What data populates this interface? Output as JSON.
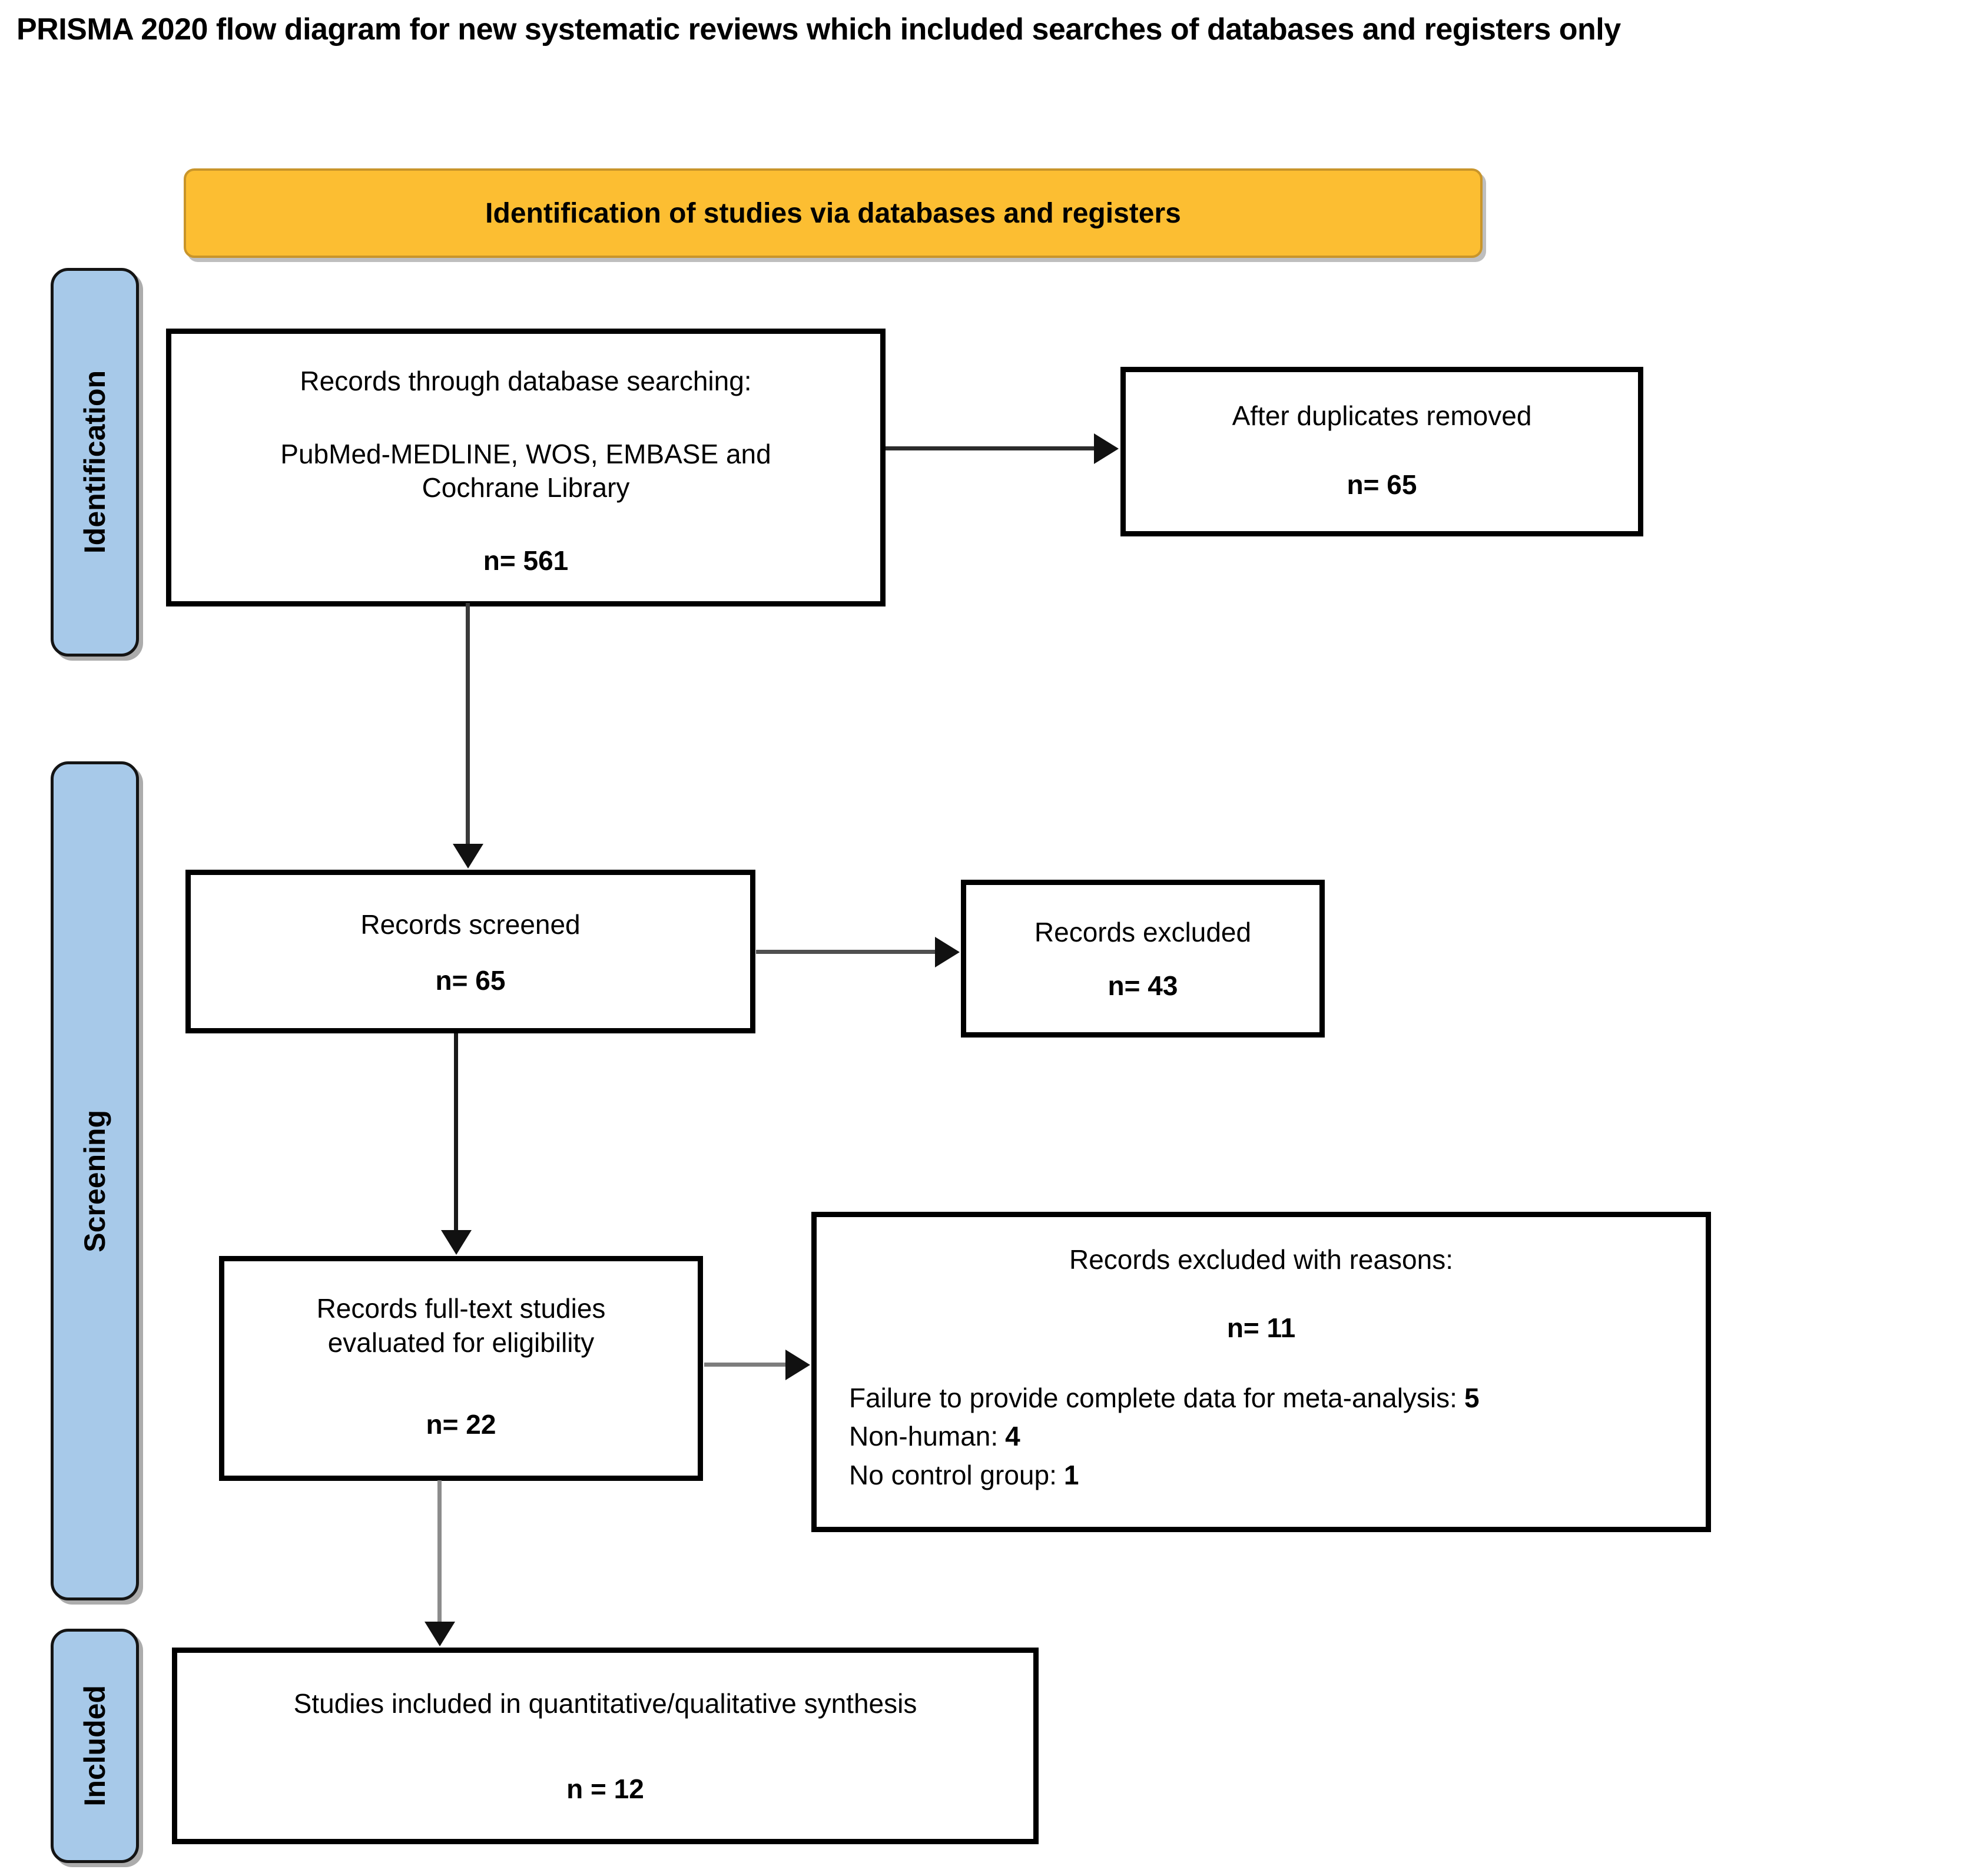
{
  "page_title": "PRISMA 2020 flow diagram for new systematic reviews which included searches of databases and registers only",
  "header": {
    "label": "Identification of studies via databases and registers"
  },
  "stages": {
    "identification": "Identification",
    "screening": "Screening",
    "included": "Included"
  },
  "boxes": {
    "database_search": {
      "title": "Records through database searching:",
      "sources": "PubMed-MEDLINE, WOS, EMBASE and\nCochrane Library",
      "count": "n= 561"
    },
    "duplicates_removed": {
      "title": "After duplicates removed",
      "count": "n= 65"
    },
    "records_screened": {
      "title": "Records screened",
      "count": "n= 65"
    },
    "records_excluded": {
      "title": "Records excluded",
      "count": "n= 43"
    },
    "fulltext_evaluated": {
      "title": "Records full-text studies\nevaluated for eligibility",
      "count": "n= 22"
    },
    "excluded_with_reasons": {
      "title": "Records excluded with reasons:",
      "count": "n= 11",
      "reasons": [
        {
          "label": "Failure to provide complete data for meta-analysis:",
          "value": "5"
        },
        {
          "label": "Non-human:",
          "value": "4"
        },
        {
          "label": "No control group:",
          "value": "1"
        }
      ]
    },
    "studies_included": {
      "title": "Studies included in quantitative/qualitative synthesis",
      "count": "n = 12"
    }
  },
  "colors": {
    "header_bg": "#FCBE32",
    "header_border": "#C9952A",
    "stage_bg": "#A7C9E9",
    "box_border": "#000000"
  }
}
